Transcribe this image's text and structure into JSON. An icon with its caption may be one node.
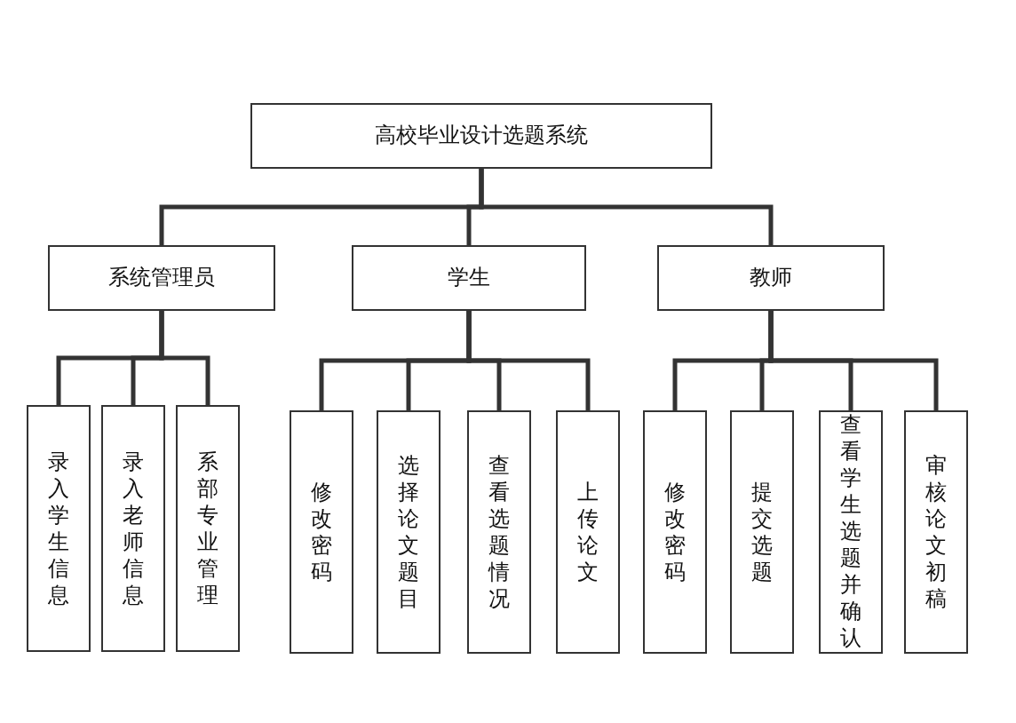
{
  "diagram": {
    "nodes": [
      {
        "text": [
          "高校毕业设计选题系统"
        ]
      },
      {
        "text": [
          "系统管理员"
        ]
      },
      {
        "text": [
          "学生"
        ]
      },
      {
        "text": [
          "教师"
        ]
      },
      {
        "text": [
          "录入学生信息"
        ]
      },
      {
        "text": [
          "录入老师信息"
        ]
      },
      {
        "text": [
          "系部专业管理"
        ]
      },
      {
        "text": [
          "修改密码"
        ]
      },
      {
        "text": [
          "选择论文题目"
        ]
      },
      {
        "text": [
          "查看选题情况"
        ]
      },
      {
        "text": [
          "上传论文"
        ]
      },
      {
        "text": [
          "修改密码"
        ]
      },
      {
        "text": [
          "提交选题"
        ]
      },
      {
        "text": [
          "查看学生选题并确认"
        ]
      },
      {
        "text": [
          "审核论文初稿"
        ]
      }
    ],
    "edges": [
      {
        "from": 0,
        "to": 1,
        "arrow": "none"
      },
      {
        "from": 0,
        "to": 2,
        "arrow": "none"
      },
      {
        "from": 0,
        "to": 3,
        "arrow": "none"
      },
      {
        "from": 1,
        "to": 4,
        "arrow": "none"
      },
      {
        "from": 1,
        "to": 5,
        "arrow": "none"
      },
      {
        "from": 1,
        "to": 6,
        "arrow": "none"
      },
      {
        "from": 2,
        "to": 7,
        "arrow": "none"
      },
      {
        "from": 2,
        "to": 8,
        "arrow": "none"
      },
      {
        "from": 2,
        "to": 9,
        "arrow": "none"
      },
      {
        "from": 2,
        "to": 10,
        "arrow": "none"
      },
      {
        "from": 3,
        "to": 11,
        "arrow": "none"
      },
      {
        "from": 3,
        "to": 12,
        "arrow": "none"
      },
      {
        "from": 3,
        "to": 13,
        "arrow": "none"
      },
      {
        "from": 3,
        "to": 14,
        "arrow": "none"
      }
    ]
  }
}
